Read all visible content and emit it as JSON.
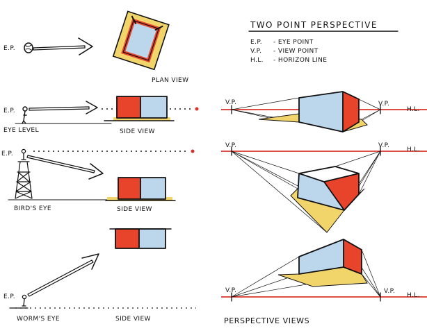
{
  "title": "TWO POINT PERSPECTIVE",
  "legend": [
    {
      "abbr": "E.P.",
      "text": "- EYE POINT"
    },
    {
      "abbr": "V.P.",
      "text": "- VIEW POINT"
    },
    {
      "abbr": "H.L.",
      "text": "- HORIZON LINE"
    }
  ],
  "left_labels": {
    "plan_ep": "E.P.",
    "plan_view": "PLAN VIEW",
    "eye_ep": "E.P.",
    "eye_level": "EYE LEVEL",
    "side_view_1": "SIDE VIEW",
    "bird_ep": "E.P.",
    "birds_eye": "BIRD'S EYE",
    "side_view_2": "SIDE VIEW",
    "worm_ep": "E.P.",
    "worms_eye": "WORM'S EYE",
    "side_view_3": "SIDE VIEW"
  },
  "right_labels": {
    "vp_left_1": "V.P.",
    "vp_right_1": "V.P.",
    "hl_1": "H.L.",
    "vp_left_2": "V.P.",
    "vp_right_2": "V.P.",
    "hl_2": "H.L.",
    "vp_left_3": "V.P.",
    "vp_right_3": "V.P.",
    "hl_3": "H.L.",
    "perspective_views": "PERSPECTIVE VIEWS"
  },
  "colors": {
    "red": "#e8432b",
    "blue": "#bcd6ec",
    "yellow": "#f2d56a",
    "horizon": "#d9342a",
    "ink": "#111111"
  }
}
